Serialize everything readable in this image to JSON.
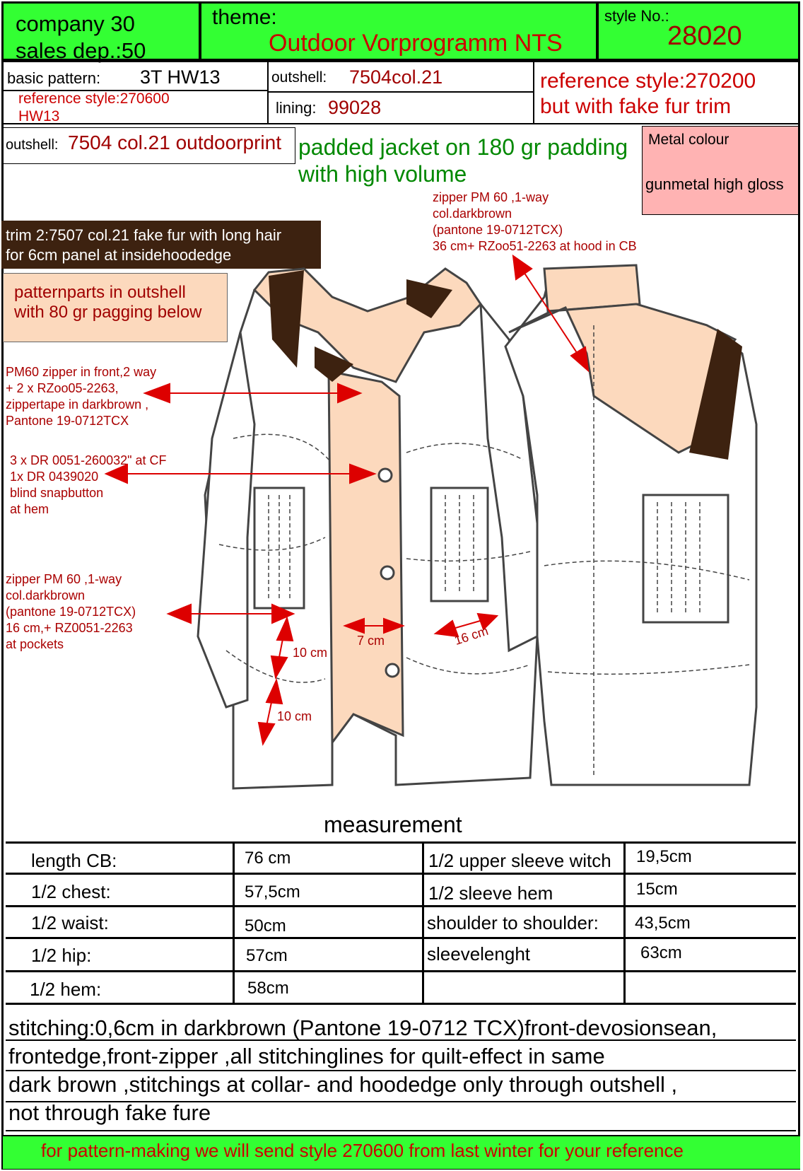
{
  "header": {
    "company": "company 30",
    "sales_dep": "sales dep.:50",
    "theme_label": "theme:",
    "theme_value": "Outdoor Vorprogramm NTS",
    "style_label": "style No.:",
    "style_value": "28020"
  },
  "row2": {
    "basic_pattern_label": "basic pattern:",
    "basic_pattern_value": "3T HW13",
    "reference_left_1": "reference style:270600",
    "reference_left_2": "HW13",
    "outshell_label": "outshell:",
    "outshell_value": "7504col.21",
    "lining_label": "lining:",
    "lining_value": "99028",
    "reference_right_1": "reference style:270200",
    "reference_right_2": "but with fake fur trim"
  },
  "row3": {
    "outshell_label": "outshell:",
    "outshell_value": "7504 col.21 outdoorprint",
    "description_1": "padded jacket on 180 gr padding",
    "description_2": "with high volume",
    "metal_label": "Metal colour",
    "metal_value": "gunmetal high gloss"
  },
  "notes": {
    "trim_1": "trim 2:7507 col.21  fake fur with long hair",
    "trim_2": "for 6cm panel at insidehoodedge",
    "pattern_1": "patternparts in outshell",
    "pattern_2": "with 80 gr pagging below",
    "zipper_top": [
      "zipper PM 60 ,1-way",
      "col.darkbrown",
      "(pantone 19-0712TCX)",
      "36 cm+ RZoo51-2263 at hood in CB"
    ],
    "front_zipper": [
      "PM60 zipper in front,2 way",
      "+ 2 x RZoo05-2263,",
      " zippertape in darkbrown ,",
      "Pantone 19-0712TCX"
    ],
    "snap": [
      "3 x DR 0051-260032\" at CF",
      "1x DR 0439020",
      "blind snapbutton",
      "at hem"
    ],
    "pocket_zipper": [
      "zipper PM 60 ,1-way",
      "col.darkbrown",
      "(pantone 19-0712TCX)",
      "16 cm,+ RZ0051-2263",
      "at pockets"
    ],
    "dim_10a": "10 cm",
    "dim_10b": "10 cm",
    "dim_7": "7 cm",
    "dim_16": "16 cm"
  },
  "measurement": {
    "title": "measurement",
    "rows": [
      {
        "l1": "length CB:",
        "v1": "76 cm",
        "l2": "1/2  upper sleeve witch",
        "v2": "19,5cm"
      },
      {
        "l1": "1/2  chest:",
        "v1": "57,5cm",
        "l2": "1/2  sleeve hem",
        "v2": "15cm"
      },
      {
        "l1": "1/2  waist:",
        "v1": "50cm",
        "l2": "shoulder to shoulder:",
        "v2": "43,5cm"
      },
      {
        "l1": "1/2  hip:",
        "v1": "57cm",
        "l2": " sleevelenght",
        "v2": "63cm"
      },
      {
        "l1": "1/2  hem:",
        "v1": "58cm",
        "l2": "",
        "v2": ""
      }
    ]
  },
  "stitching": [
    "stitching:0,6cm in darkbrown (Pantone 19-0712 TCX)front-devosionsean,",
    " frontedge,front-zipper ,all stitchinglines for quilt-effect in same",
    "dark brown ,stitchings at collar- and hoodedge only through outshell ,",
    "not through fake fure"
  ],
  "footer": "for pattern-making we will send style 270600 from last winter for your reference",
  "colors": {
    "header_green": "#33ff33",
    "red_text": "#cc0000",
    "fur_brown": "#3d2210",
    "peach": "#fcd9bd",
    "metal_pink": "#ffb3b3"
  }
}
